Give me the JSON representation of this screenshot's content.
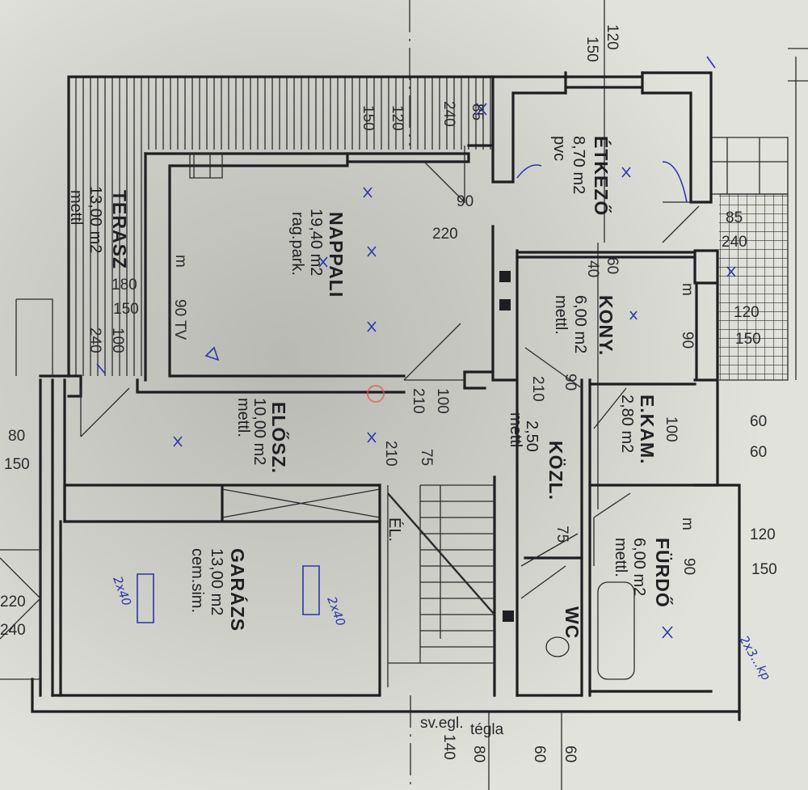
{
  "rooms": {
    "terasz": {
      "name": "TERASZ",
      "area": "13,00 m2",
      "floor": "mettl"
    },
    "nappali": {
      "name": "NAPPALI",
      "area": "19,40 m2",
      "floor": "rag.park."
    },
    "etkezo": {
      "name": "ÉTKEZŐ",
      "area": "8,70 m2",
      "floor": "pvc"
    },
    "konyha": {
      "name": "KONY.",
      "area": "6,00 m2",
      "floor": "mettl."
    },
    "ekam": {
      "name": "E.KAM.",
      "area": "2,80 m2"
    },
    "elosz": {
      "name": "ELŐSZ.",
      "area": "10,00 m2",
      "floor": "mettl."
    },
    "kozl": {
      "name": "KÖZL.",
      "area": "2,50",
      "floor": "mettl"
    },
    "garazs": {
      "name": "GARÁZS",
      "area": "13,00 m2",
      "floor": "cem.sim."
    },
    "furdo": {
      "name": "FÜRDŐ",
      "area": "6,00 m2",
      "floor": "mettl."
    },
    "wc": {
      "name": "WC"
    },
    "el": {
      "name": "ÉL."
    }
  },
  "dimensions": {
    "top_120": "120",
    "top_150": "150",
    "terrace_240": "240",
    "terrace_120": "120",
    "terrace_150": "150",
    "terrace_85": "85",
    "door_90": "90",
    "door_220": "220",
    "left_180": "180",
    "left_150": "150",
    "left_100": "100",
    "left_240": "240",
    "tv_90": "90 TV",
    "m_nappali": "m",
    "out_80": "80",
    "out_150": "150",
    "out_220": "220",
    "out_240": "240",
    "kitchen_60": "60",
    "kitchen_40": "40",
    "kitchen_90": "90",
    "m_kitchen": "m",
    "grid_85": "85",
    "grid_240": "240",
    "grid_120": "120",
    "grid_150": "150",
    "ekam_100": "100",
    "right_60a": "60",
    "right_60b": "60",
    "right_120": "120",
    "right_150": "150",
    "m_furdo": "m",
    "furdo_90": "90",
    "hall_100": "100",
    "hall_210a": "210",
    "hall_75": "75",
    "hall_210b": "210",
    "kozl_210": "210",
    "kozl_90": "90",
    "wc_75": "75",
    "bottom_sveg": "sv.egl.",
    "bottom_tegla": "tégla",
    "bottom_140": "140",
    "bottom_80": "80",
    "bottom_60a": "60",
    "bottom_60b": "60"
  },
  "annotations": {
    "garage_2x40a": "2x40",
    "garage_2x40b": "2x40",
    "right_note": "2x3...kp"
  }
}
